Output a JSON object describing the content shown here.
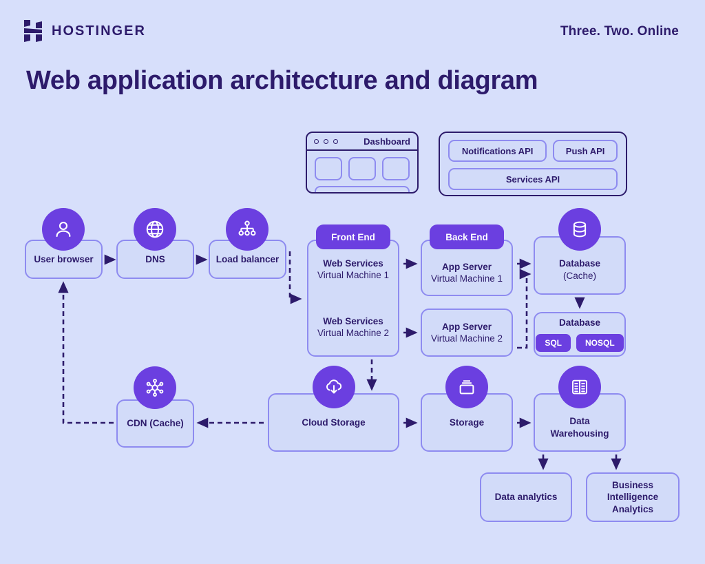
{
  "brand": {
    "logo_text": "HOSTINGER",
    "logo_icon": "hostinger-h-mark",
    "tagline": "Three. Two. Online"
  },
  "page": {
    "title": "Web application architecture and diagram",
    "background_color": "#d7dffb",
    "accent_color": "#6b3fe0",
    "ink_color": "#2d1b6b",
    "border_color": "#8e8bf0"
  },
  "dashboard": {
    "title": "Dashboard",
    "dots": 3,
    "tiles": 3
  },
  "api_panel": {
    "top_row": [
      "Notifications API",
      "Push API"
    ],
    "bottom_row": [
      "Services API"
    ]
  },
  "nodes": {
    "user_browser": {
      "label": "User browser",
      "icon": "user-icon"
    },
    "dns": {
      "label": "DNS",
      "icon": "globe-icon"
    },
    "load_balancer": {
      "label": "Load balancer",
      "icon": "network-hierarchy-icon"
    },
    "front_end": {
      "pill": "Front End"
    },
    "web_services_1": {
      "title": "Web Services",
      "subtitle": "Virtual Machine 1"
    },
    "web_services_2": {
      "title": "Web Services",
      "subtitle": "Virtual Machine 2"
    },
    "back_end": {
      "pill": "Back End"
    },
    "app_server_1": {
      "title": "App Server",
      "subtitle": "Virtual Machine 1"
    },
    "app_server_2": {
      "title": "App Server",
      "subtitle": "Virtual Machine 2"
    },
    "database_cache": {
      "title": "Database",
      "subtitle": "(Cache)",
      "icon": "database-icon"
    },
    "database": {
      "title": "Database",
      "chips": [
        "SQL",
        "NOSQL"
      ]
    },
    "cdn": {
      "label": "CDN (Cache)",
      "icon": "cdn-nodes-icon"
    },
    "cloud_storage": {
      "label": "Cloud Storage",
      "icon": "cloud-download-icon"
    },
    "storage": {
      "label": "Storage",
      "icon": "storage-box-icon"
    },
    "data_warehousing": {
      "line1": "Data",
      "line2": "Warehousing",
      "icon": "data-warehouse-icon"
    },
    "data_analytics": {
      "label": "Data analytics"
    },
    "bi_analytics": {
      "line1": "Business Intelligence",
      "line2": "Analytics"
    }
  }
}
